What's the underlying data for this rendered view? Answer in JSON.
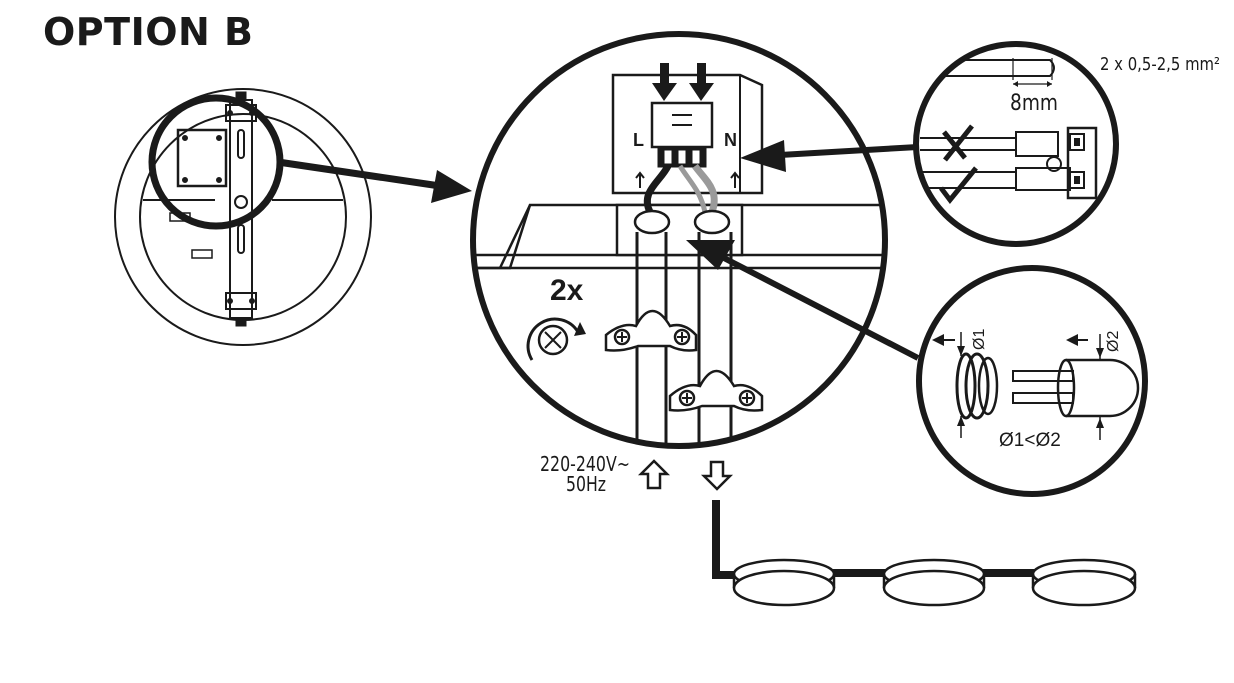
{
  "header": {
    "title": "OPTION B"
  },
  "terminal": {
    "live_label": "L",
    "neutral_label": "N"
  },
  "screws": {
    "count_label": "2x"
  },
  "supply": {
    "voltage": "220-240V~",
    "frequency": "50Hz"
  },
  "wire_spec": {
    "cross_section": "2 x 0,5-2,5 mm²",
    "strip_length": "8mm"
  },
  "grommet": {
    "d1": "Ø1",
    "d2": "Ø2",
    "relation": "Ø1<Ø2"
  },
  "colors": {
    "line": "#1a1a1a",
    "wire_grey": "#9a9a9a",
    "background": "#ffffff"
  }
}
